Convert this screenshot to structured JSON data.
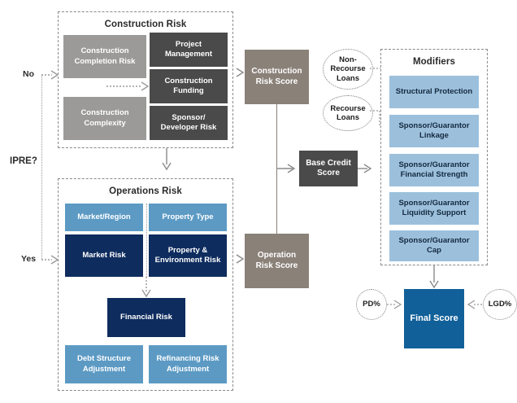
{
  "diagram": {
    "decision_label": "IPRE?",
    "branch_no": "No",
    "branch_yes": "Yes"
  },
  "construction_group": {
    "title": "Construction Risk",
    "left_nodes": [
      {
        "label": "Construction Completion Risk"
      },
      {
        "label": "Construction Complexity"
      }
    ],
    "right_nodes": [
      {
        "label": "Project Management"
      },
      {
        "label": "Construction Funding"
      },
      {
        "label": "Sponsor/ Developer Risk"
      }
    ]
  },
  "operations_group": {
    "title": "Operations Risk",
    "row1": [
      {
        "label": "Market/Region"
      },
      {
        "label": "Property Type"
      }
    ],
    "row2": [
      {
        "label": "Market Risk"
      },
      {
        "label": "Property & Environment Risk"
      }
    ],
    "center": {
      "label": "Financial Risk"
    },
    "row4": [
      {
        "label": "Debt Structure Adjustment"
      },
      {
        "label": "Refinancing Risk Adjustment"
      }
    ]
  },
  "scores": {
    "construction_risk_score": "Construction Risk Score",
    "operation_risk_score": "Operation Risk Score",
    "base_credit_score": "Base Credit Score",
    "final_score": "Final Score"
  },
  "loan_types": [
    {
      "label": "Non-Recourse Loans"
    },
    {
      "label": "Recourse Loans"
    }
  ],
  "modifiers_group": {
    "title": "Modifiers",
    "items": [
      {
        "label": "Structural Protection"
      },
      {
        "label": "Sponsor/Guarantor Linkage"
      },
      {
        "label": "Sponsor/Guarantor Financial Strength"
      },
      {
        "label": "Sponsor/Guarantor Liquidity Support"
      },
      {
        "label": "Sponsor/Guarantor Cap"
      }
    ]
  },
  "final_inputs": [
    {
      "label": "PD%"
    },
    {
      "label": "LGD%"
    }
  ],
  "colors": {
    "gray": "#9b9a99",
    "dark_gray": "#4a4a4a",
    "light_blue": "#5c9ac4",
    "navy": "#0e2c5e",
    "score_taupe": "#8a8179",
    "modifier_blue": "#9cc0dc",
    "final_blue": "#116099"
  }
}
